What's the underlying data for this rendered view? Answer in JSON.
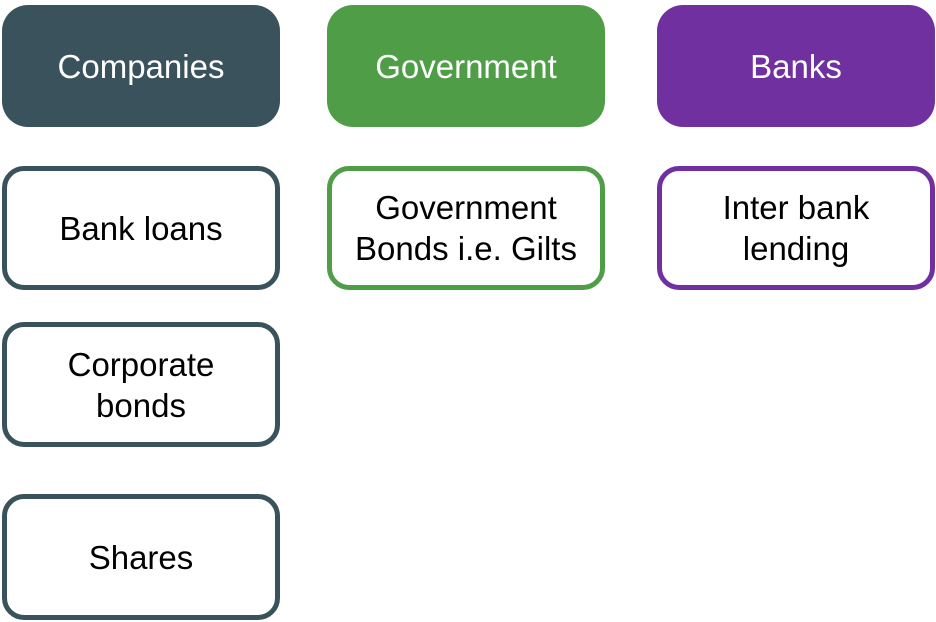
{
  "diagram": {
    "columns": [
      {
        "header": {
          "label": "Companies",
          "fill": "#39525c",
          "text_color": "#ffffff"
        },
        "item_border_color": "#39525c",
        "items": [
          {
            "label": "Bank loans"
          },
          {
            "label": "Corporate\nbonds"
          },
          {
            "label": "Shares"
          }
        ]
      },
      {
        "header": {
          "label": "Government",
          "fill": "#4f9e47",
          "text_color": "#ffffff"
        },
        "item_border_color": "#4f9e47",
        "items": [
          {
            "label": "Government\nBonds i.e. Gilts"
          }
        ]
      },
      {
        "header": {
          "label": "Banks",
          "fill": "#7030a0",
          "text_color": "#ffffff"
        },
        "item_border_color": "#7030a0",
        "items": [
          {
            "label": "Inter bank\nlending"
          }
        ]
      }
    ]
  }
}
